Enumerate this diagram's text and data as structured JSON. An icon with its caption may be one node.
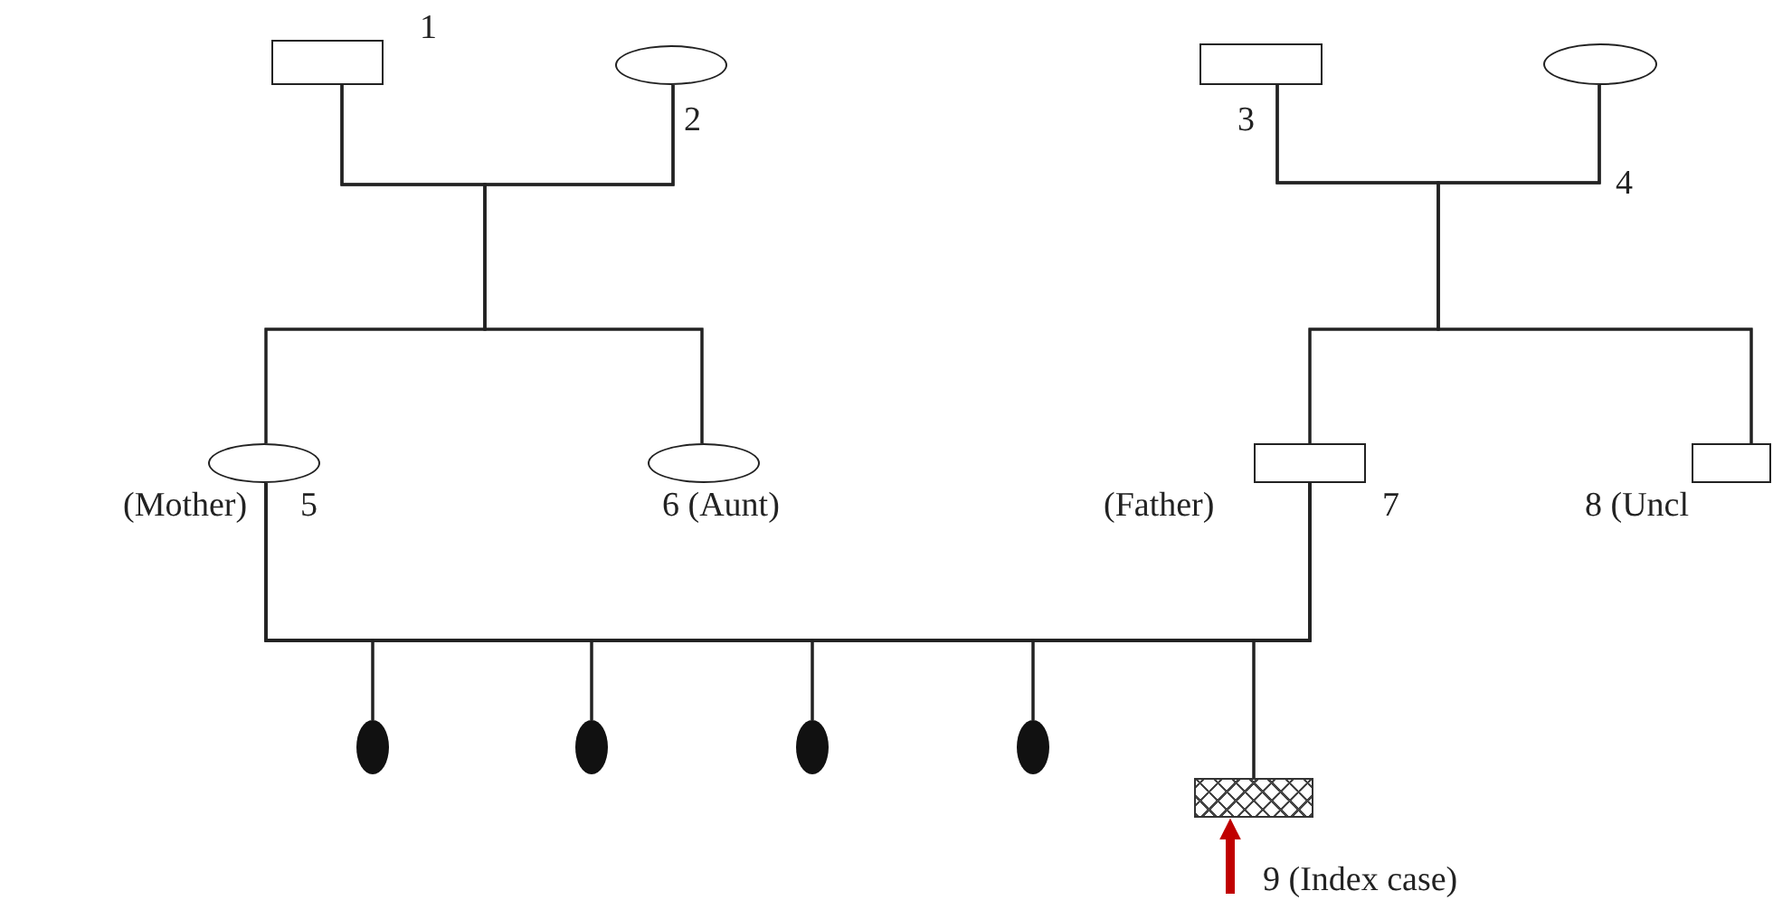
{
  "diagram": {
    "nodes": [
      {
        "text": [],
        "shape": "box",
        "beside": [
          "1"
        ]
      },
      {
        "text": [],
        "shape": "circle",
        "beside": [
          "2"
        ]
      },
      {
        "text": [],
        "shape": "box",
        "beside": [
          "3"
        ]
      },
      {
        "text": [],
        "shape": "circle",
        "beside": [
          "4"
        ]
      },
      {
        "text": [],
        "shape": "circle",
        "beside": [
          "(Mother)",
          "5"
        ]
      },
      {
        "text": [],
        "shape": "circle",
        "beside": [
          "6 (Aunt)"
        ]
      },
      {
        "text": [],
        "shape": "box",
        "beside": [
          "(Father)",
          "7"
        ]
      },
      {
        "text": [],
        "shape": "box",
        "beside": [
          "8 (Uncl"
        ]
      },
      {
        "text": [],
        "shape": "dot"
      },
      {
        "text": [],
        "shape": "dot"
      },
      {
        "text": [],
        "shape": "dot"
      },
      {
        "text": [],
        "shape": "dot"
      },
      {
        "text": [],
        "shape": "hatched",
        "beside": [
          "9 (Index case)"
        ]
      }
    ],
    "edges": [
      {
        "from": 0,
        "to": 1,
        "arrow": "none"
      },
      {
        "from": 0,
        "to": 4,
        "arrow": "none"
      },
      {
        "from": 0,
        "to": 5,
        "arrow": "none"
      },
      {
        "from": 1,
        "to": 4,
        "arrow": "none"
      },
      {
        "from": 1,
        "to": 5,
        "arrow": "none"
      },
      {
        "from": 2,
        "to": 3,
        "arrow": "none"
      },
      {
        "from": 2,
        "to": 6,
        "arrow": "none"
      },
      {
        "from": 2,
        "to": 7,
        "arrow": "none"
      },
      {
        "from": 3,
        "to": 6,
        "arrow": "none"
      },
      {
        "from": 3,
        "to": 7,
        "arrow": "none"
      },
      {
        "from": 4,
        "to": 6,
        "arrow": "none"
      },
      {
        "from": 4,
        "to": 8,
        "arrow": "none"
      },
      {
        "from": 4,
        "to": 9,
        "arrow": "none"
      },
      {
        "from": 4,
        "to": 10,
        "arrow": "none"
      },
      {
        "from": 4,
        "to": 11,
        "arrow": "none"
      },
      {
        "from": 4,
        "to": 12,
        "arrow": "none"
      },
      {
        "from": 6,
        "to": 8,
        "arrow": "none"
      },
      {
        "from": 6,
        "to": 9,
        "arrow": "none"
      },
      {
        "from": 6,
        "to": 10,
        "arrow": "none"
      },
      {
        "from": 6,
        "to": 11,
        "arrow": "none"
      },
      {
        "from": 6,
        "to": 12,
        "arrow": "none"
      },
      {
        "from": null,
        "to": 12,
        "arrow": "to",
        "style": "thick",
        "color": "#c00000"
      }
    ]
  }
}
